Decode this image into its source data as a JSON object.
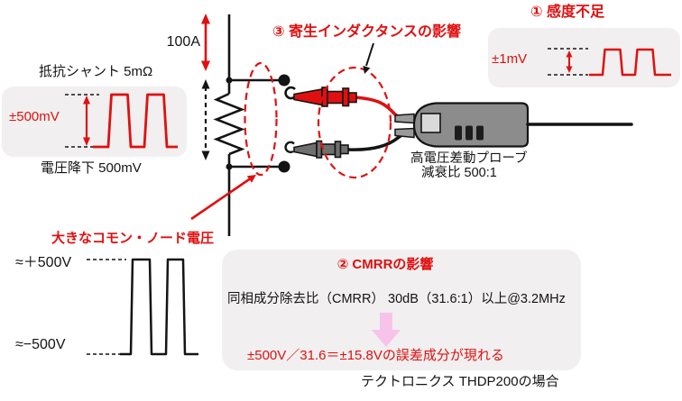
{
  "colors": {
    "accent_red": "#e01010",
    "panel_bg": "#f1efef",
    "probe_body_gray": "#8c8c8c",
    "ground_probe_gray": "#6f6f6f",
    "pink_arrow": "#f8c3ea"
  },
  "circuit": {
    "current_label": "100A",
    "shunt_label": "抵抗シャント 5mΩ",
    "voltage_drop_label": "電圧降下 500mV",
    "shunt_amplitude": "±500mV"
  },
  "issues": {
    "issue1_title": "① 感度不足",
    "issue1_amplitude": "±1mV",
    "issue2_title": "② CMRRの影響",
    "issue2_spec": "同相成分除去比（CMRR） 30dB（31.6:1）以上@3.2MHz",
    "issue2_error": "±500V／31.6＝±15.8Vの誤差成分が現れる",
    "issue3_title": "③ 寄生インダクタンスの影響"
  },
  "probe": {
    "name": "高電圧差動プローブ",
    "attenuation": "減衰比 500:1",
    "model_note": "テクトロニクス THDP200の場合"
  },
  "common_node": {
    "title": "大きなコモン・ノード電圧",
    "high": "≈＋500V",
    "low": "≈−500V"
  }
}
